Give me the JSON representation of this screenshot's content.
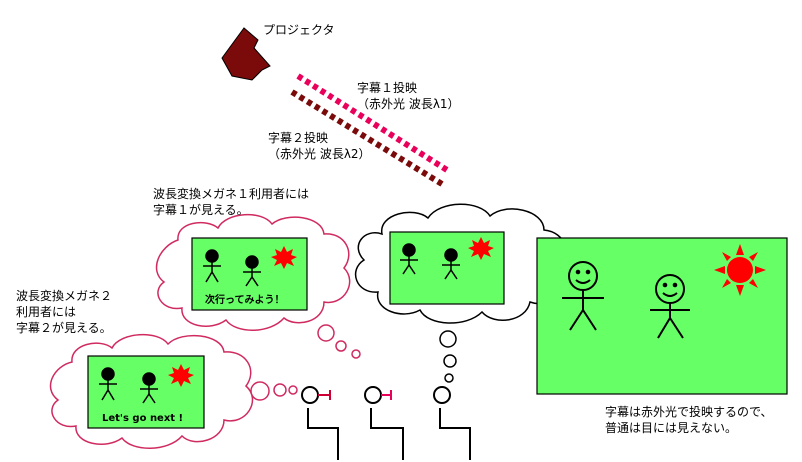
{
  "projector": {
    "label": "プロジェクタ"
  },
  "beams": {
    "beam1_label": "字幕１投映",
    "beam1_sub": "（赤外光 波長λ1）",
    "beam2_label": "字幕２投映",
    "beam2_sub": "（赤外光 波長λ2）",
    "beam1_color": "#e8005a",
    "beam2_color": "#7b0a0a"
  },
  "viewer1": {
    "note_line1": "波長変換メガネ１利用者には",
    "note_line2": "字幕１が見える。",
    "subtitle": "次行ってみよう！"
  },
  "viewer2": {
    "note_line1": "波長変換メガネ２",
    "note_line2": "利用者には",
    "note_line3": "字幕２が見える。",
    "subtitle": "Let's go next !"
  },
  "main_screen": {
    "note_line1": "字幕は赤外光で投映するので、",
    "note_line2": "普通は目には見えない。"
  },
  "colors": {
    "screen_green": "#66ff66",
    "projector": "#7b0a0a",
    "cloud_stroke": "#d02b60",
    "sun": "#ff0000",
    "plain_bubble": "#000000"
  }
}
